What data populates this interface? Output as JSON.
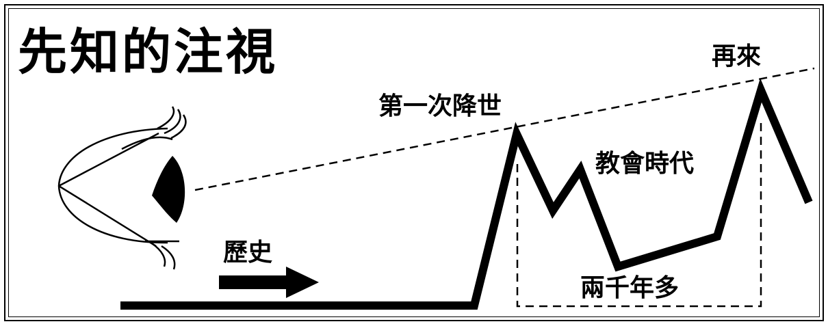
{
  "title": "先知的注視",
  "labels": {
    "first_coming": "第一次降世",
    "second_coming": "再來",
    "church_age": "教會時代",
    "history": "歷史",
    "span": "兩千年多"
  },
  "colors": {
    "ink": "#000000",
    "background": "#ffffff"
  },
  "icons": [
    "eye-icon",
    "arrow-right-icon"
  ]
}
